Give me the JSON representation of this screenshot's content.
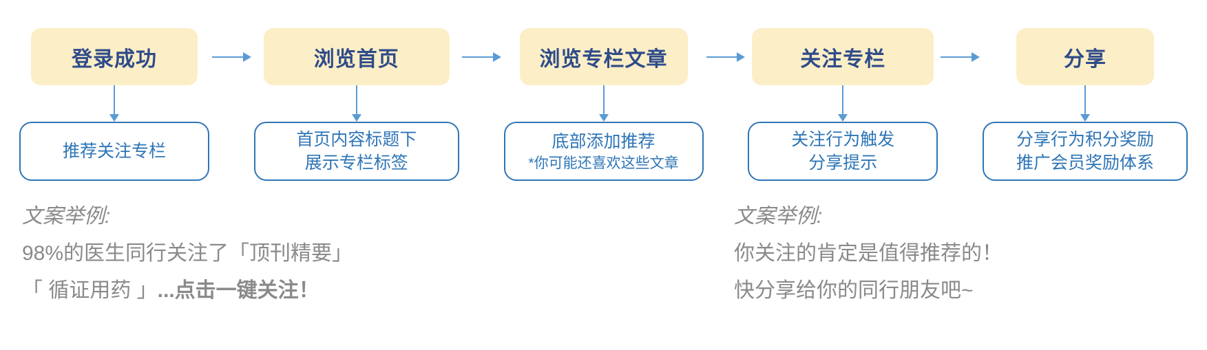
{
  "flow": {
    "steps": [
      {
        "title": "登录成功",
        "note_lines": [
          "推荐关注专栏"
        ]
      },
      {
        "title": "浏览首页",
        "note_lines": [
          "首页内容标题下",
          "展示专栏标签"
        ]
      },
      {
        "title": "浏览专栏文章",
        "note_lines": [
          "底部添加推荐",
          "*你可能还喜欢这些文章"
        ]
      },
      {
        "title": "关注专栏",
        "note_lines": [
          "关注行为触发",
          "分享提示"
        ]
      },
      {
        "title": "分享",
        "note_lines": [
          "分享行为积分奖励",
          "推广会员奖励体系"
        ]
      }
    ]
  },
  "captions": {
    "left": {
      "heading": "文案举例:",
      "lines": [
        {
          "regular": "98%的医生同行关注了「顶刊精要」",
          "bold": ""
        },
        {
          "regular": "「 循证用药 」",
          "bold": "...点击一键关注！"
        }
      ]
    },
    "right": {
      "heading": "文案举例:",
      "lines": [
        {
          "regular": "你关注的肯定是值得推荐的！",
          "bold": ""
        },
        {
          "regular": "快分享给你的同行朋友吧~",
          "bold": ""
        }
      ]
    }
  },
  "colors": {
    "step_fill": "#FCEEC6",
    "step_text": "#2E4B8A",
    "note_blue": "#2E75B6",
    "arrow_blue": "#5B9BD5",
    "caption_gray": "#8A8A8A"
  }
}
